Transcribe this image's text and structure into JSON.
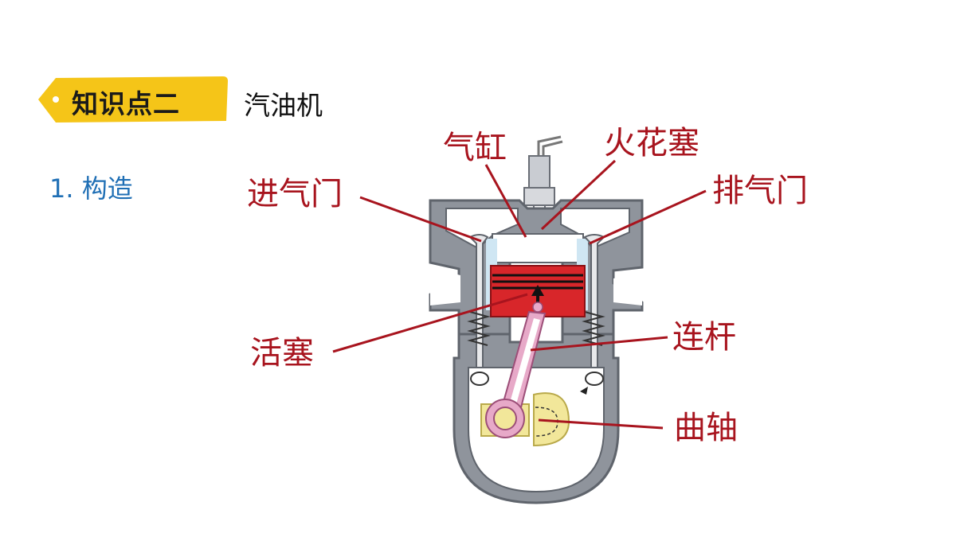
{
  "header": {
    "tag_label": "知识点二",
    "topic": "汽油机"
  },
  "section": {
    "label": "1. 构造"
  },
  "diagram": {
    "labels": {
      "cylinder": "气缸",
      "spark_plug": "火花塞",
      "intake_valve": "进气门",
      "exhaust_valve": "排气门",
      "piston": "活塞",
      "connecting_rod": "连杆",
      "crankshaft": "曲轴"
    }
  },
  "colors": {
    "tag": "#f5c518",
    "label": "#a8141e",
    "engine_body": "#8a8f98",
    "piston": "#d8262a",
    "rod": "#e7a9c8",
    "crank": "#f2e79a"
  }
}
